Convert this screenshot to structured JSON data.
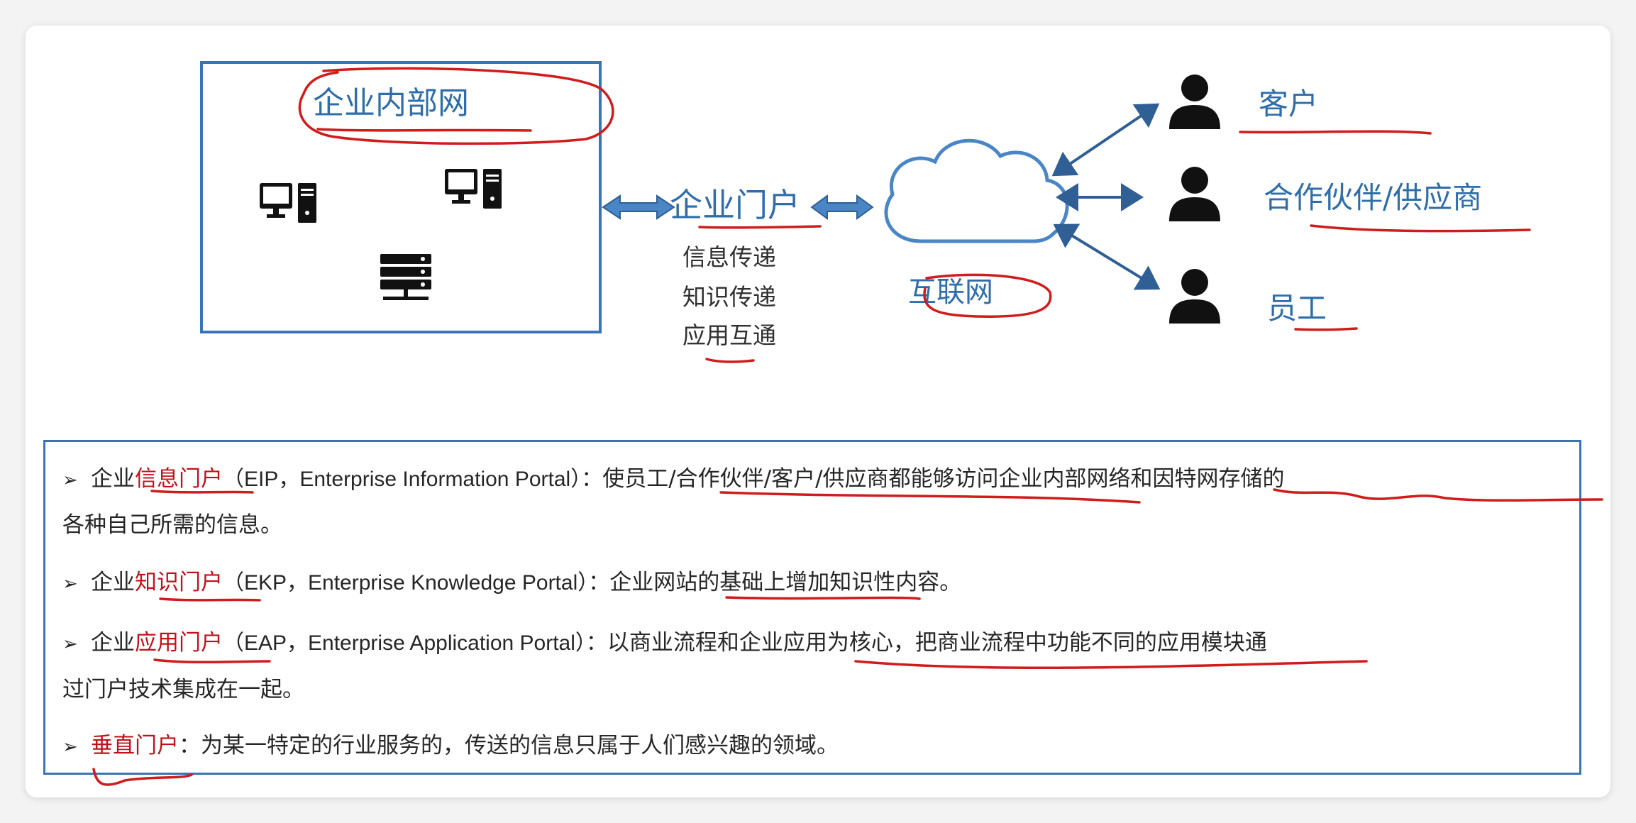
{
  "diagram": {
    "intranet_label": "企业内部网",
    "portal_label": "企业门户",
    "portal_functions": [
      "信息传递",
      "知识传递",
      "应用互通"
    ],
    "internet_label": "互联网",
    "users": [
      "客户",
      "合作伙伴/供应商",
      "员工"
    ],
    "icons": [
      "desktop-computer-icon",
      "desktop-computer-icon",
      "server-rack-icon",
      "cloud-icon",
      "person-icon"
    ]
  },
  "definitions": [
    {
      "prefix": "企业",
      "highlight": "信息门户",
      "paren": "（EIP，Enterprise Information Portal）：",
      "desc": "使员工/合作伙伴/客户/供应商都能够访问企业内部网络和因特网存储的",
      "desc_cont": "各种自己所需的信息。"
    },
    {
      "prefix": "企业",
      "highlight": "知识门户",
      "paren": "（EKP，Enterprise Knowledge Portal）：",
      "desc": "企业网站的基础上增加知识性内容。"
    },
    {
      "prefix": "企业",
      "highlight": "应用门户",
      "paren": "（EAP，Enterprise Application Portal）：",
      "desc": "以商业流程和企业应用为核心，把商业流程中功能不同的应用模块通",
      "desc_cont": "过门户技术集成在一起。"
    },
    {
      "prefix": "",
      "highlight": "垂直门户",
      "paren": "：",
      "desc": "为某一特定的行业服务的，传送的信息只属于人们感兴趣的领域。"
    }
  ],
  "colors": {
    "frame_blue": "#3a74b6",
    "label_blue": "#2f6eaa",
    "annotation_red": "#d01c1c",
    "arrow_blue": "#3e78b8"
  }
}
